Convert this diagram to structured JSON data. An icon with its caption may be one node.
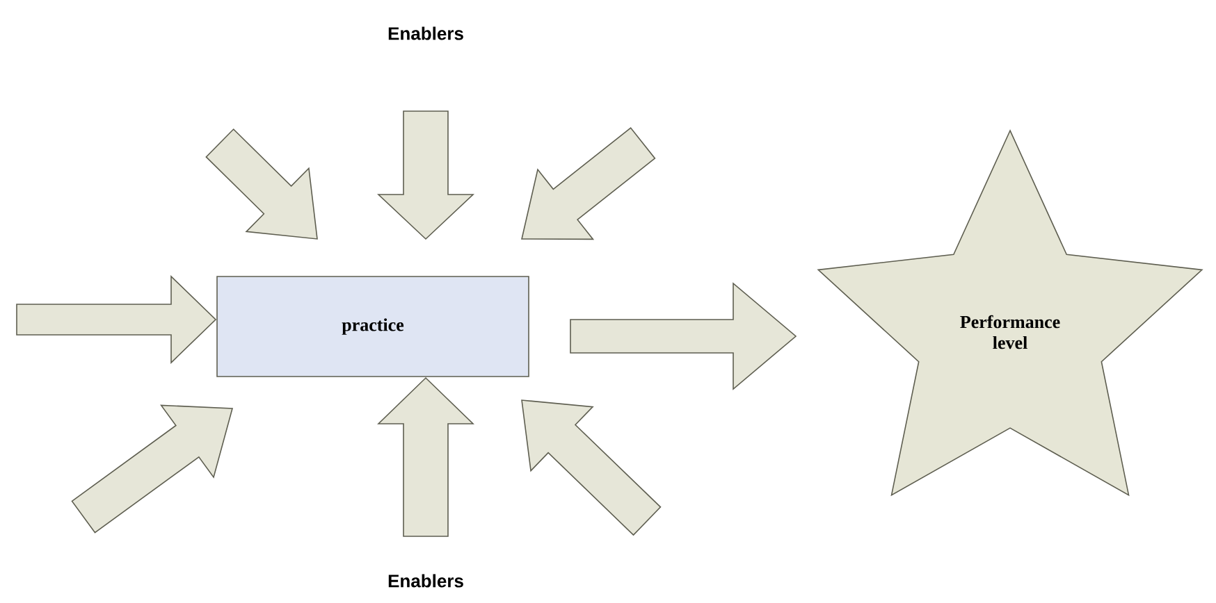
{
  "diagram": {
    "nodes": [
      {
        "text": [
          "practice"
        ]
      },
      {
        "text": [
          "Performance level"
        ]
      }
    ],
    "edges": [
      {
        "from": null,
        "to": 0,
        "arrow": "to"
      },
      {
        "from": null,
        "to": 0,
        "arrow": "to"
      },
      {
        "from": null,
        "to": 0,
        "arrow": "to"
      },
      {
        "from": null,
        "to": 0,
        "arrow": "to"
      },
      {
        "from": null,
        "to": 0,
        "arrow": "to"
      },
      {
        "from": null,
        "to": 0,
        "arrow": "to"
      },
      {
        "from": null,
        "to": 0,
        "arrow": "to"
      },
      {
        "from": 0,
        "to": 1,
        "arrow": "to"
      }
    ],
    "labels": [
      "Enablers",
      "Enablers"
    ]
  }
}
